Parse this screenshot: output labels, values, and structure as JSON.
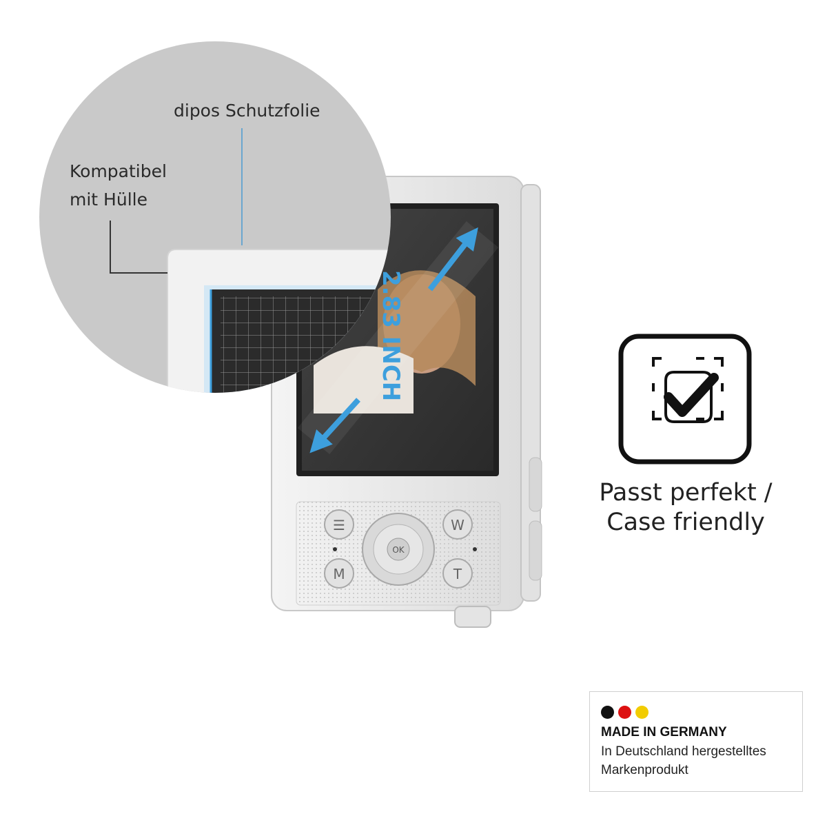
{
  "labels": {
    "protective_film": "dipos Schutzfolie",
    "compatible_line1": "Kompatibel",
    "compatible_line2": "mit Hülle"
  },
  "screen_overlay": {
    "size_text": "2.83 INCH"
  },
  "camera_buttons": {
    "menu": "☰",
    "mode": "M",
    "wide": "W",
    "tele": "T",
    "ok": "OK"
  },
  "feature": {
    "icon": "case-fit-check-icon",
    "caption_line1": "Passt perfekt /",
    "caption_line2": "Case friendly"
  },
  "badge": {
    "title": "MADE IN GERMANY",
    "line1": "In Deutschland hergestelltes",
    "line2": "Markenprodukt",
    "flag_colors": [
      "#111111",
      "#dd1111",
      "#f2cc00"
    ]
  },
  "colors": {
    "accent_blue": "#3d9fdd",
    "zoom_circle": "#c9c9c9",
    "camera_body": "#e9e9e9"
  }
}
